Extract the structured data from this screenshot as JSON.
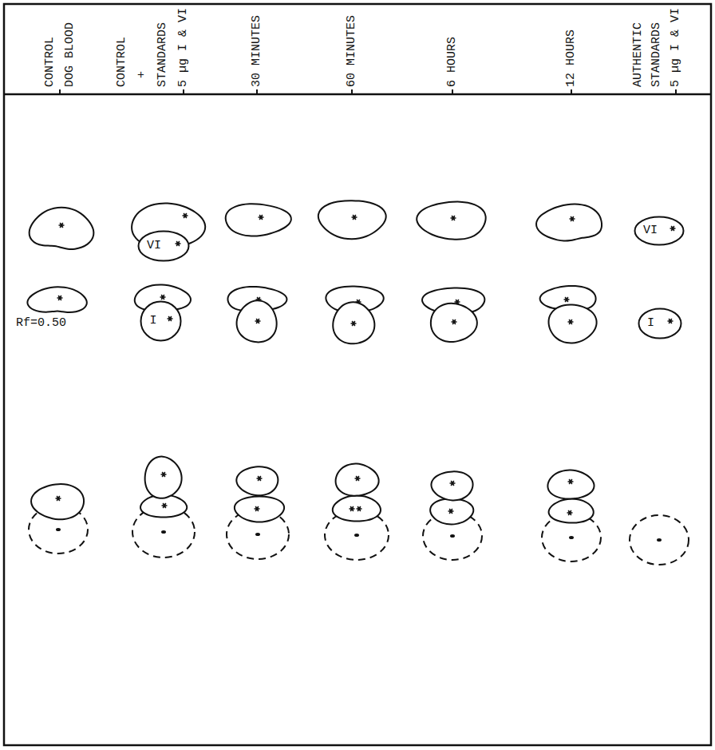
{
  "diagram": {
    "nodes": [
      {
        "text": [
          "VI"
        ]
      },
      {
        "text": [
          "VI"
        ]
      },
      {
        "text": [
          "I"
        ]
      },
      {
        "text": [
          "I"
        ]
      }
    ],
    "labels": [
      "CONTROL",
      "DOG BLOOD",
      "CONTROL",
      "+",
      "STANDARDS",
      "5 µg I & VI",
      "30 MINUTES",
      "60 MINUTES",
      "6 HOURS",
      "12 HOURS",
      "AUTHENTIC",
      "STANDARDS",
      "5 µg I & VI",
      "Rf=0.50"
    ]
  }
}
